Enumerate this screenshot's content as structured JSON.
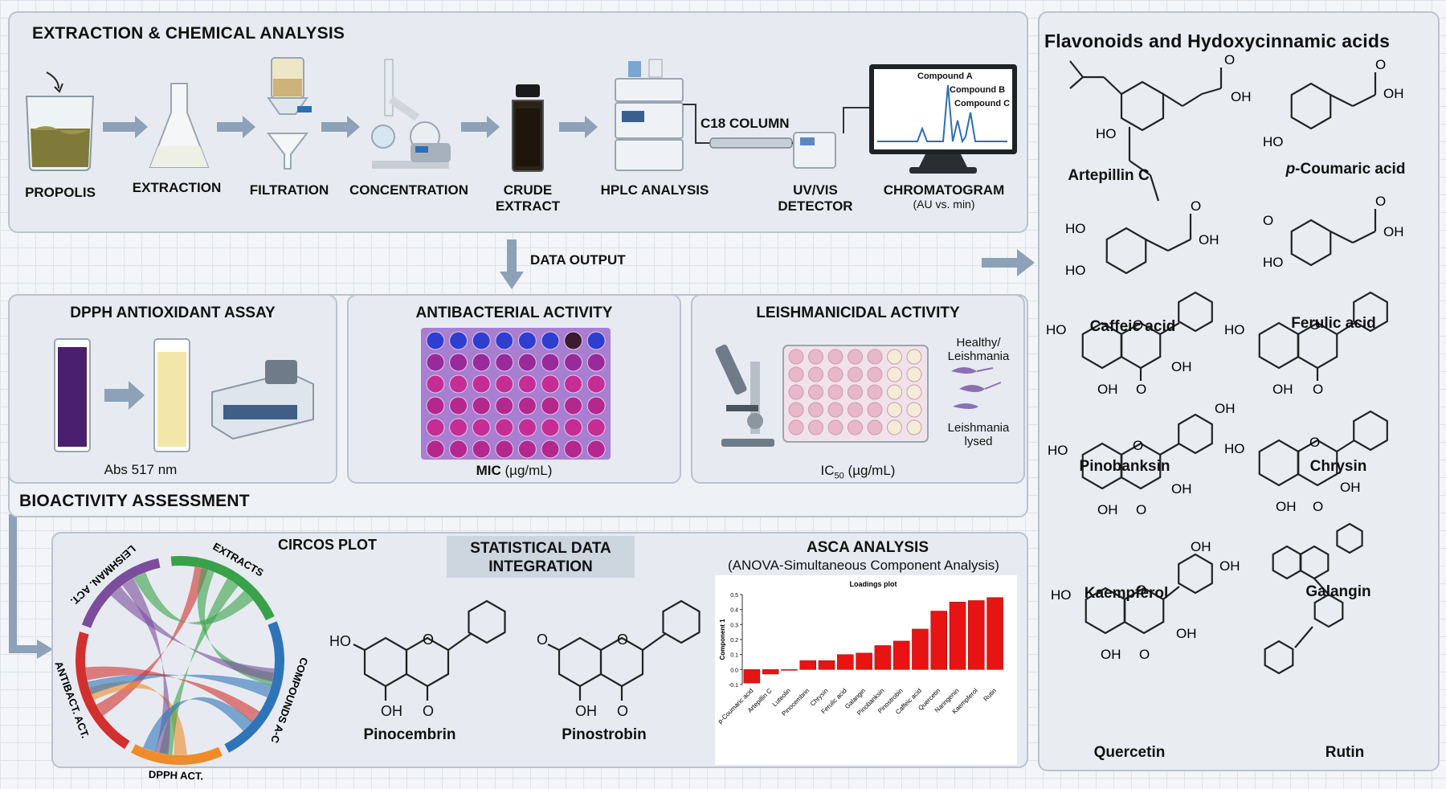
{
  "extraction": {
    "title": "EXTRACTION & CHEMICAL ANALYSIS",
    "steps": [
      "PROPOLIS",
      "EXTRACTION",
      "FILTRATION",
      "CONCENTRATION",
      "CRUDE EXTRACT",
      "HPLC ANALYSIS",
      "UV/VIS DETECTOR",
      "CHROMATOGRAM"
    ],
    "column_label": "C18 COLUMN",
    "chromatogram_unit": "(AU vs. min)",
    "compounds": [
      "Compound A",
      "Compound B",
      "Compound C"
    ]
  },
  "data_output": "DATA OUTPUT",
  "bioactivity": {
    "title": "BIOACTIVITY ASSESSMENT",
    "dpph": {
      "title": "DPPH ANTIOXIDANT ASSAY",
      "readout": "Abs 517 nm"
    },
    "antibacterial": {
      "title": "ANTIBACTERIAL ACTIVITY",
      "readout_bold": "MIC",
      "readout_unit": "(µg/mL)"
    },
    "leish": {
      "title": "LEISHMANICIDAL ACTIVITY",
      "readout_main": "IC",
      "readout_sub": "50",
      "readout_unit": "(µg/mL)",
      "healthy": "Healthy/ Leishmania",
      "lysed": "Leishmania lysed"
    }
  },
  "circos": {
    "title": "CIRCOS PLOT",
    "segments": [
      "EXTRACTS",
      "COMPOUNDS A-C",
      "DPPH ACT.",
      "ANTIBACT. ACT.",
      "LEISHMAN. ACT."
    ]
  },
  "integration": {
    "title": "STATISTICAL DATA INTEGRATION",
    "compounds": [
      "Pinocembrin",
      "Pinostrobin"
    ]
  },
  "asca": {
    "title": "ASCA ANALYSIS",
    "subtitle": "(ANOVA-Simultaneous Component Analysis)"
  },
  "chart_data": {
    "type": "bar",
    "title": "Loadings plot",
    "ylabel": "Component 1",
    "xlabel": "",
    "categories": [
      "p-Coumaric acid",
      "Artepillin C",
      "Luteolin",
      "Pinocembrin",
      "Chrysin",
      "Ferulic acid",
      "Galangin",
      "Pinobanksin",
      "Pinostrobin",
      "Caffeic acid",
      "Quercetin",
      "Naringenin",
      "Kaempferol",
      "Rutin"
    ],
    "values": [
      -0.09,
      -0.03,
      0.0,
      0.06,
      0.06,
      0.1,
      0.11,
      0.16,
      0.19,
      0.27,
      0.39,
      0.45,
      0.46,
      0.48
    ],
    "ylim": [
      -0.1,
      0.5
    ],
    "yticks": [
      "0.5",
      "0.4",
      "0.3",
      "0.2",
      "0.1",
      "0.0",
      "-0.1"
    ],
    "grid": false,
    "colors": {
      "bar": "#e81313"
    }
  },
  "flavonoids": {
    "title": "Flavonoids and Hydoxycinnamic acids",
    "compounds": [
      "Artepillin C",
      "p-Coumaric acid",
      "Caffeic acid",
      "Ferulic acid",
      "Pinobanksin",
      "Chrysin",
      "Kaempferol",
      "Galangin",
      "Quercetin",
      "Rutin"
    ],
    "atoms": {
      "ho": "HO",
      "oh": "OH",
      "o": "O"
    }
  }
}
